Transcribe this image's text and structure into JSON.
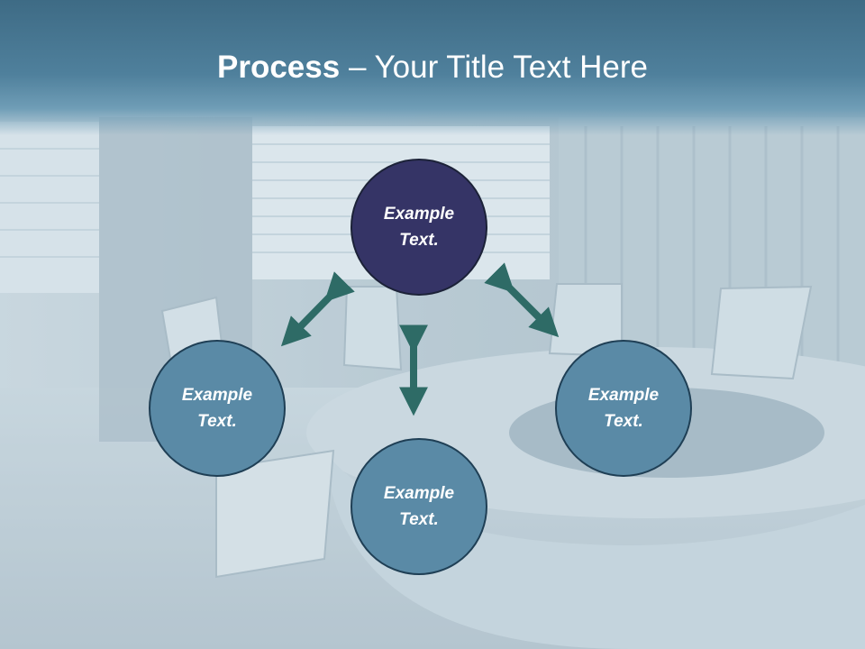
{
  "slide": {
    "title_bold": "Process",
    "title_rest": " – Your Title Text Here"
  },
  "nodes": {
    "top": "Example Text.",
    "left": "Example Text.",
    "bottom": "Example Text.",
    "right": "Example Text."
  },
  "colors": {
    "header": "#4f809c",
    "primary_circle": "#353466",
    "secondary_circle": "#5a8aa6",
    "arrow": "#2e6b66"
  },
  "icons": {
    "arrow": "double-headed-arrow"
  }
}
